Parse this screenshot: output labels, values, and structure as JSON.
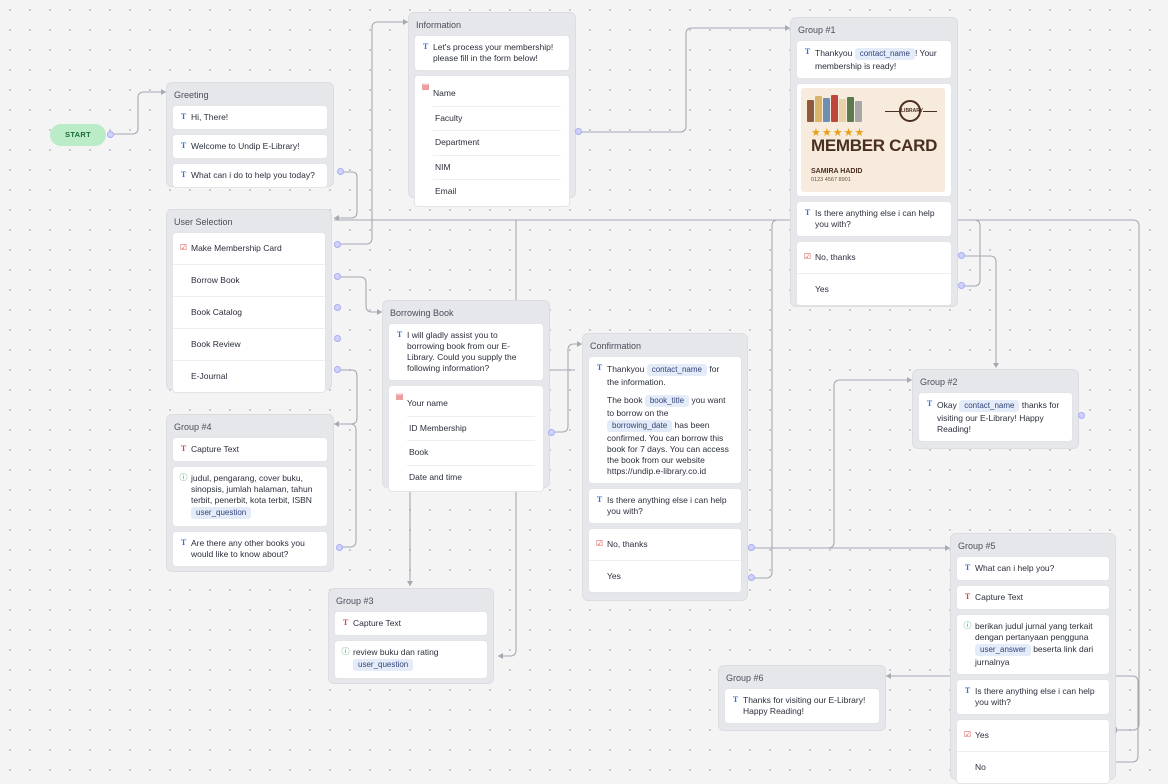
{
  "start": {
    "label": "START"
  },
  "greeting": {
    "title": "Greeting",
    "items": [
      "Hi, There!",
      "Welcome to Undip E-Library!",
      "What can i do to help you today?"
    ]
  },
  "user_selection": {
    "title": "User Selection",
    "choices": [
      "Make Membership Card",
      "Borrow Book",
      "Book Catalog",
      "Book Review",
      "E-Journal"
    ]
  },
  "information": {
    "title": "Information",
    "text": "Let's process your membership! please fill in the form below!",
    "fields": [
      "Name",
      "Faculty",
      "Department",
      "NIM",
      "Email"
    ]
  },
  "group1": {
    "title": "Group #1",
    "text_pre": "Thankyou",
    "var": "contact_name",
    "text_post": "! Your membership is ready!",
    "card": {
      "stars": "★★★★★",
      "title": "MEMBER CARD",
      "name": "SAMIRA HADID",
      "phone": "0123 4567 8901",
      "logo": "LIBRARY"
    },
    "question": "Is there anything else i can help you with?",
    "choices": [
      "No, thanks",
      "Yes"
    ]
  },
  "borrowing": {
    "title": "Borrowing Book",
    "text": "I will gladly assist you to borrowing book from our E-Library. Could you supply the following information?",
    "fields": [
      "Your name",
      "ID Membership",
      "Book",
      "Date and time"
    ]
  },
  "confirmation": {
    "title": "Confirmation",
    "p1_pre": "Thankyou",
    "p1_var": "contact_name",
    "p1_post": "for the information.",
    "p2_a": "The book",
    "p2_var1": "book_title",
    "p2_b": "you want to borrow on the",
    "p2_var2": "borrowing_date",
    "p2_c": "has been confirmed. You can borrow this book for 7 days. You can access the book from our website https://undip.e-library.co.id",
    "question": "Is there anything else i can help you with?",
    "choices": [
      "No, thanks",
      "Yes"
    ]
  },
  "group2": {
    "title": "Group #2",
    "pre": "Okay",
    "var": "contact_name",
    "post": "thanks for visiting our E-Library! Happy Reading!"
  },
  "group4": {
    "title": "Group #4",
    "capture": "Capture Text",
    "keywords": "judul, pengarang, cover buku, sinopsis, jumlah halaman, tahun terbit, penerbit, kota terbit, ISBN",
    "var": "user_question",
    "question": "Are there any other books you would like to know about?"
  },
  "group3": {
    "title": "Group #3",
    "capture": "Capture Text",
    "text": "review buku dan rating",
    "var": "user_question"
  },
  "group5": {
    "title": "Group #5",
    "q1": "What can i help you?",
    "capture": "Capture Text",
    "text_pre": "berikan judul jurnal yang terkait dengan pertanyaan pengguna",
    "var": "user_answer",
    "text_post": "beserta link dari jurnalnya",
    "question": "Is there anything else i can help you with?",
    "choices": [
      "Yes",
      "No"
    ]
  },
  "group6": {
    "title": "Group #6",
    "text": "Thanks for visiting our E-Library! Happy Reading!"
  },
  "colors": {
    "accent": "#3a6fd6",
    "start_bg": "#b9ecc7",
    "edge": "#a6a9b1",
    "handle": "#cfd2ff"
  }
}
